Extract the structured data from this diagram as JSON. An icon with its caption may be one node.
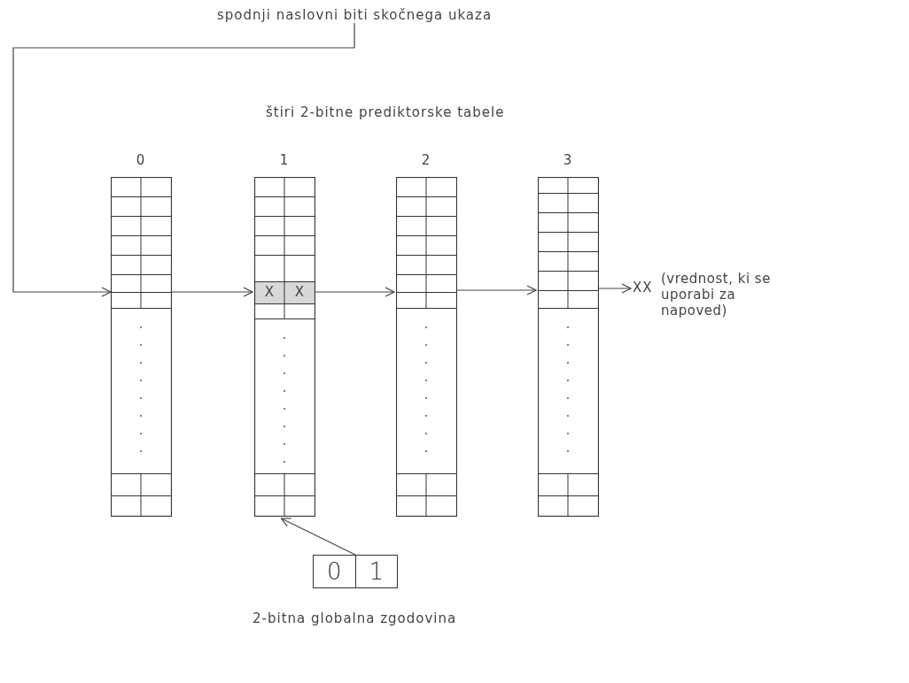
{
  "diagram": {
    "nodes": [
      {
        "text": [
          "spodnji naslovni biti skočnega ukaza"
        ]
      },
      {
        "text": [
          "0"
        ]
      },
      {
        "text": [
          "1"
        ]
      },
      {
        "text": [
          "2"
        ]
      },
      {
        "text": [
          "3"
        ]
      },
      {
        "text": [
          "XX",
          "(vrednost, ki se uporabi za napoved)"
        ]
      },
      {
        "text": [
          "0",
          "1"
        ],
        "beside": [
          "2-bitna globalna zgodovina"
        ]
      }
    ],
    "edges": [
      {
        "from": 0,
        "to": 1,
        "arrow": "to"
      },
      {
        "from": 1,
        "to": 2,
        "arrow": "to"
      },
      {
        "from": 2,
        "to": 3,
        "arrow": "to"
      },
      {
        "from": 3,
        "to": 4,
        "arrow": "to"
      },
      {
        "from": 4,
        "to": 5,
        "arrow": "to"
      },
      {
        "from": 6,
        "to": 2,
        "arrow": "to"
      }
    ],
    "labels": [
      "štiri 2-bitne prediktorske tabele",
      "X",
      "X"
    ]
  }
}
